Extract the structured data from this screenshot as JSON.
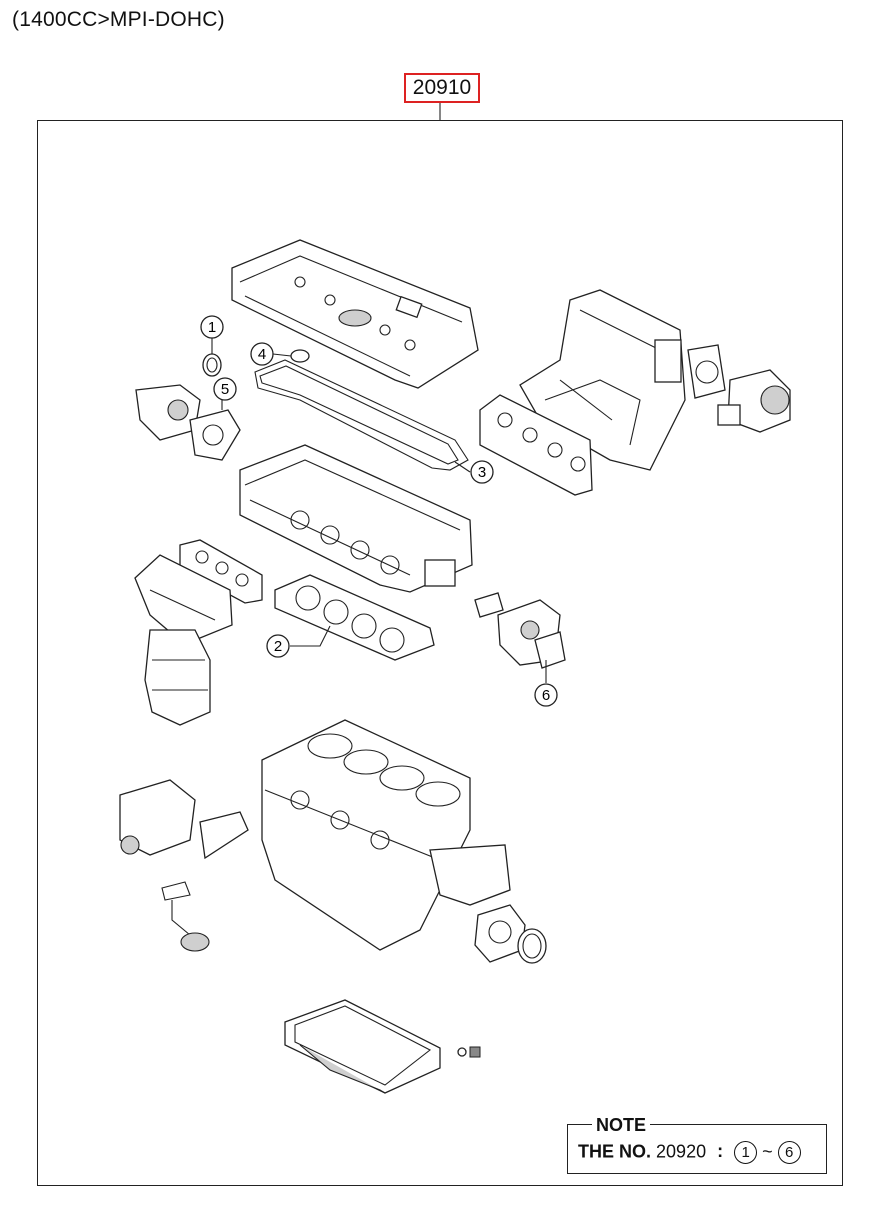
{
  "header": {
    "spec": "(1400CC>MPI-DOHC)"
  },
  "assembly": {
    "part_number": "20910"
  },
  "callouts": [
    "1",
    "2",
    "3",
    "4",
    "5",
    "6"
  ],
  "note": {
    "title": "NOTE",
    "label": "THE NO.",
    "part_number": "20920",
    "separator": ":",
    "range_start": "1",
    "range_tilde": "~",
    "range_end": "6"
  },
  "colors": {
    "highlight": "#d22222",
    "line": "#222222",
    "fill": "#ffffff"
  }
}
